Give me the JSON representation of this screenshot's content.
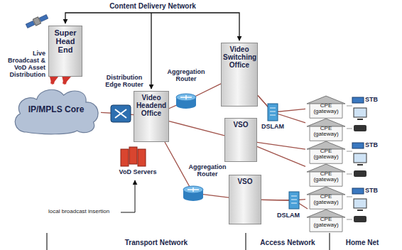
{
  "diagram": {
    "nodes": [
      {
        "text": [
          "Super Head End"
        ]
      },
      {
        "text": [
          "IP/MPLS Core"
        ]
      },
      {
        "text": [
          "Video Headend Office"
        ]
      },
      {
        "text": [
          "Video Switching Office"
        ]
      },
      {
        "text": [
          "VSO"
        ]
      },
      {
        "text": [
          "VSO"
        ]
      },
      {
        "text": [
          "CPE (gateway)"
        ]
      },
      {
        "text": [
          "CPE (gateway)"
        ]
      },
      {
        "text": [
          "CPE (gateway)"
        ]
      },
      {
        "text": [
          "CPE (gateway)"
        ]
      },
      {
        "text": [
          "CPE (gateway)"
        ]
      },
      {
        "text": [
          "CPE (gateway)"
        ]
      }
    ],
    "edges": [
      {
        "from": 0,
        "to": 1,
        "arrow": "to"
      },
      {
        "from": 0,
        "to": 1,
        "arrow": "to"
      },
      {
        "from": 1,
        "to": 2,
        "arrow": "none"
      },
      {
        "from": 2,
        "to": 3,
        "arrow": "none"
      },
      {
        "from": 2,
        "to": 4,
        "arrow": "none"
      },
      {
        "from": 2,
        "to": 5,
        "arrow": "none"
      },
      {
        "from": 3,
        "to": 6,
        "arrow": "none"
      },
      {
        "from": 3,
        "to": 7,
        "arrow": "none"
      },
      {
        "from": 4,
        "to": 8,
        "arrow": "none"
      },
      {
        "from": 4,
        "to": 9,
        "arrow": "none"
      },
      {
        "from": 5,
        "to": 10,
        "arrow": "none"
      },
      {
        "from": 5,
        "to": 11,
        "arrow": "none"
      }
    ],
    "labels": [
      "Content Delivery Network",
      "Live Broadcast & VoD Asset Distribution",
      "Distribution Edge Router",
      "Aggregation Router",
      "VoD Servers",
      "local broadcast insertion",
      "DSLAM",
      "Aggregation Router",
      "DSLAM",
      "STB",
      "STB",
      "STB",
      "Transport Network",
      "Access Network",
      "Home Net"
    ]
  }
}
